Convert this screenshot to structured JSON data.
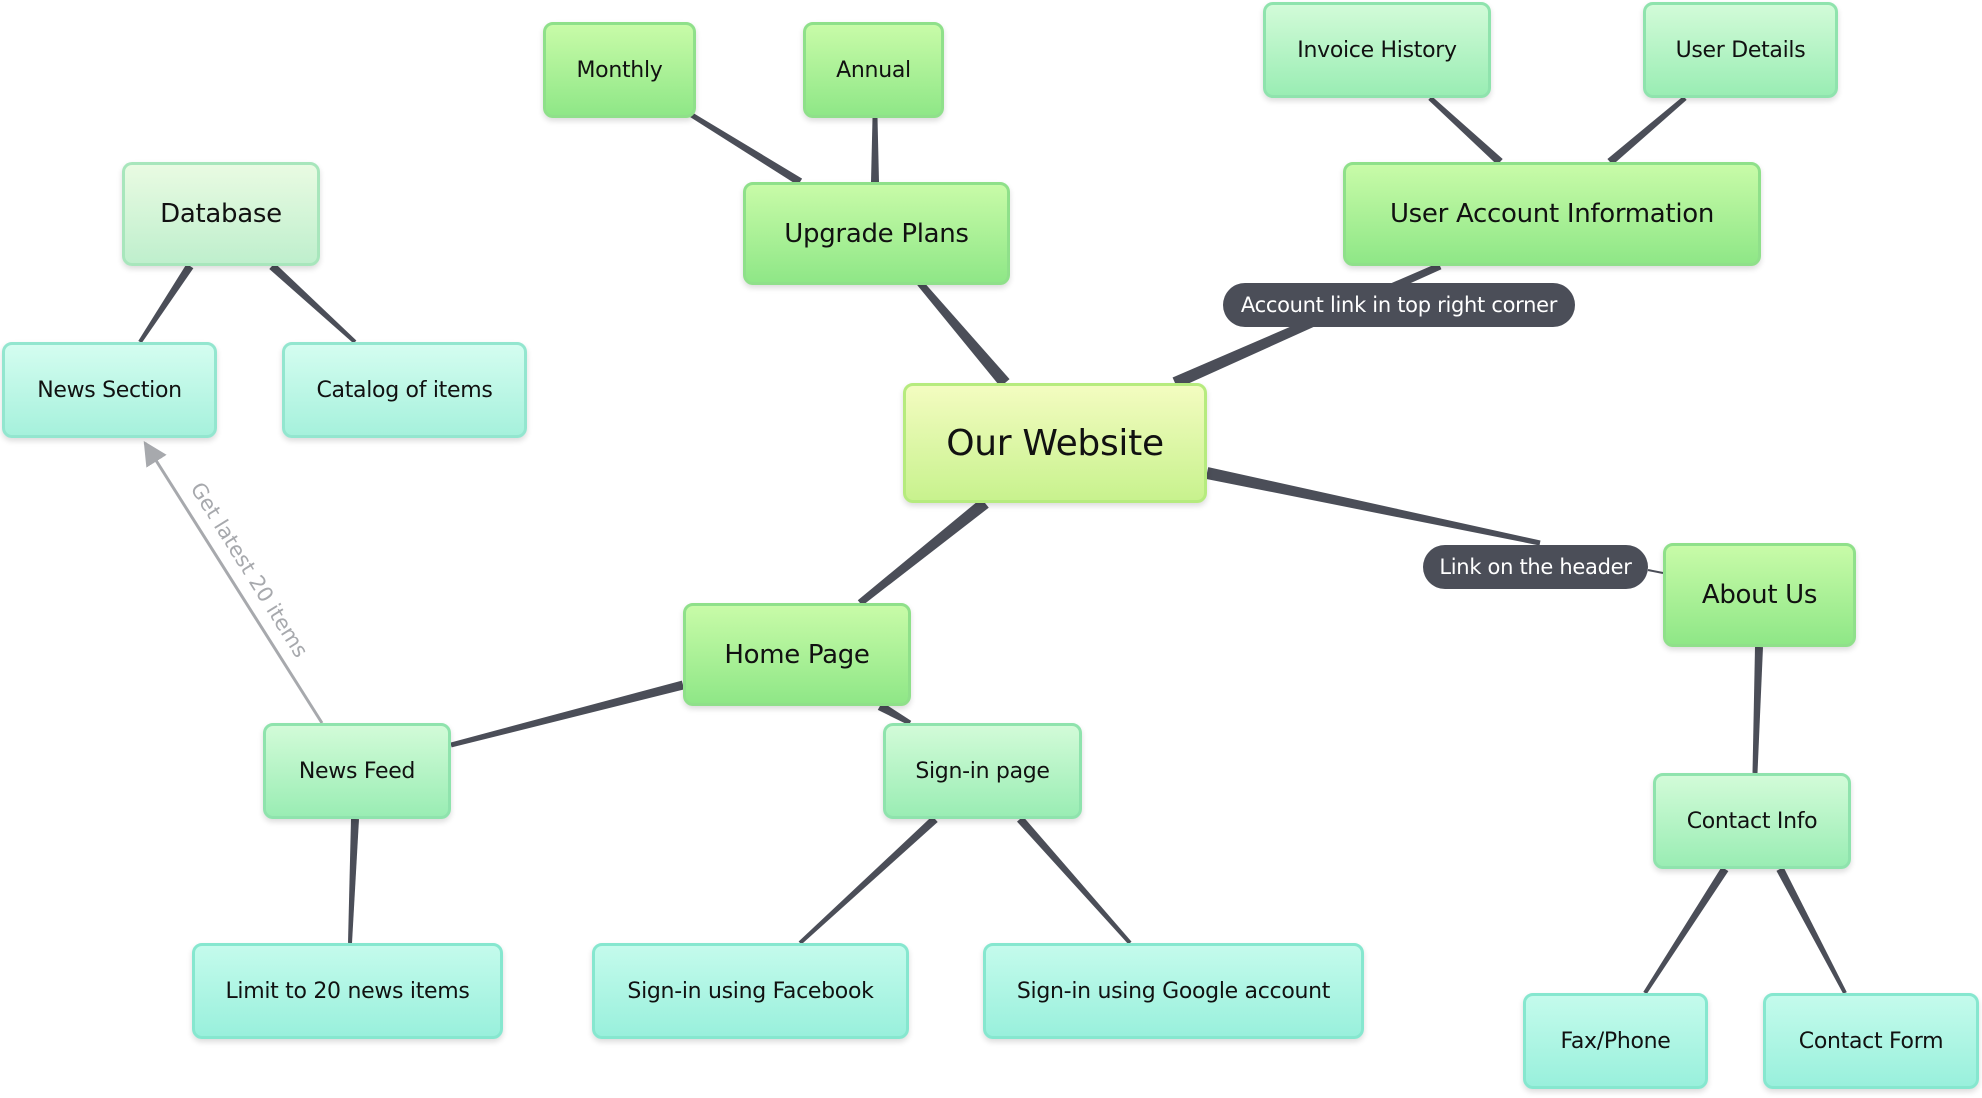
{
  "center": {
    "label": "Our Website"
  },
  "branches": {
    "upgrade_plans": {
      "label": "Upgrade Plans",
      "children": [
        "Monthly",
        "Annual"
      ]
    },
    "user_account": {
      "label": "User Account Information",
      "children": [
        "Invoice History",
        "User Details"
      ]
    },
    "home_page": {
      "label": "Home Page"
    },
    "about_us": {
      "label": "About Us"
    }
  },
  "home_children": {
    "news_feed": {
      "label": "News Feed",
      "children": [
        "Limit to 20 news items"
      ]
    },
    "sign_in": {
      "label": "Sign-in page",
      "children": [
        "Sign-in using Facebook",
        "Sign-in using Google account"
      ]
    }
  },
  "about_children": {
    "contact_info": {
      "label": "Contact Info",
      "children": [
        "Fax/Phone",
        "Contact Form"
      ]
    }
  },
  "database": {
    "label": "Database",
    "children": [
      "News Section",
      "Catalog of items"
    ]
  },
  "edge_labels": {
    "account_link": "Account link in top right corner",
    "header_link": "Link on the header",
    "news_arrow": "Get latest 20 items"
  },
  "colors": {
    "connector": "#4b4e58",
    "arrow": "#a7a9ad"
  }
}
